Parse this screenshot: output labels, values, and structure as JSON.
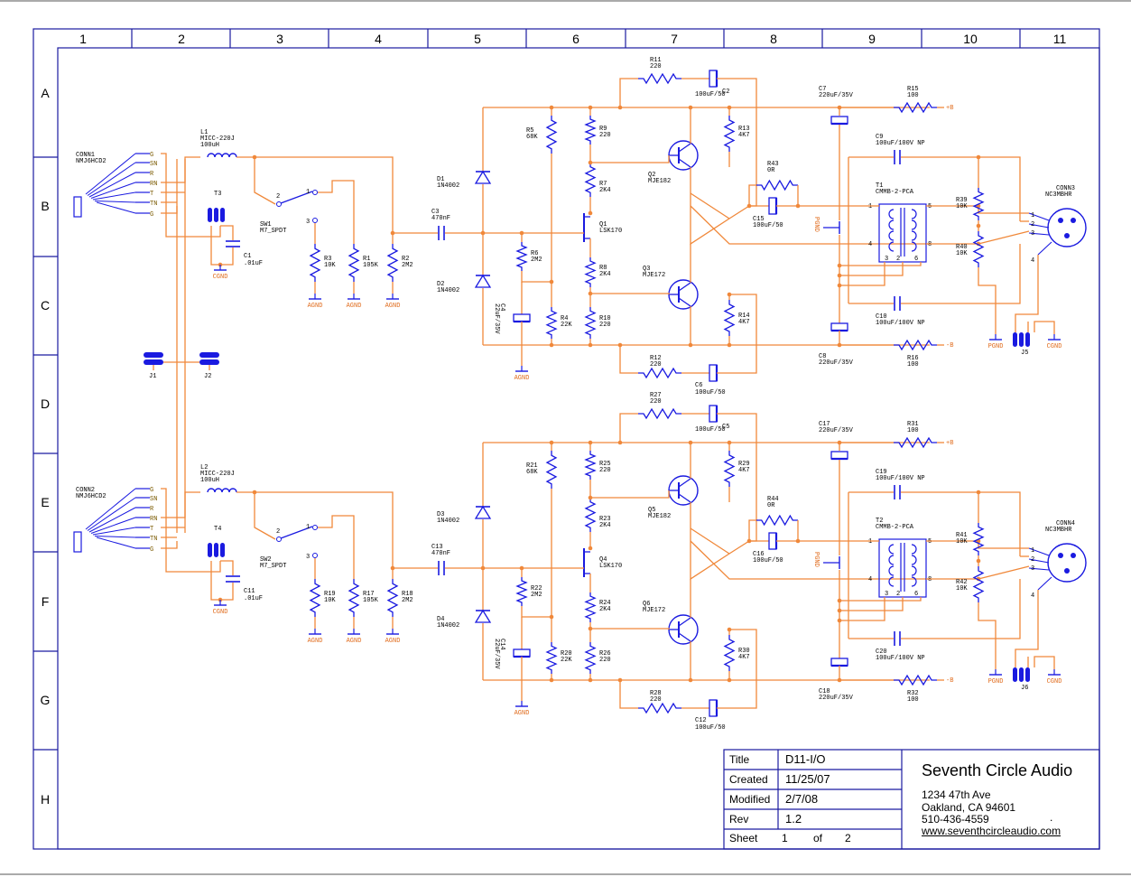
{
  "columns": [
    "1",
    "2",
    "3",
    "4",
    "5",
    "6",
    "7",
    "8",
    "9",
    "10",
    "11"
  ],
  "rows": [
    "A",
    "B",
    "C",
    "D",
    "E",
    "F",
    "G",
    "H"
  ],
  "channel1": {
    "conn_in": {
      "ref": "CONN1",
      "part": "NMJ6HCD2"
    },
    "pins": [
      "G",
      "SN",
      "R",
      "RN",
      "T",
      "TN",
      "G"
    ],
    "L": {
      "ref": "L1",
      "part": "MICC-220J",
      "value": "100uH"
    },
    "T_jumper": "T3",
    "C_in": {
      "ref": "C1",
      "value": ".01uF"
    },
    "sw": {
      "ref": "SW1",
      "part": "M7_SPDT",
      "pins": [
        "2",
        "1",
        "3"
      ]
    },
    "R_a": {
      "ref": "R3",
      "value": "10K"
    },
    "R_b": {
      "ref": "R1",
      "value": "105K"
    },
    "R_c": {
      "ref": "R2",
      "value": "2M2"
    },
    "C_cpl": {
      "ref": "C3",
      "value": "470nF"
    },
    "D_a": {
      "ref": "D1",
      "value": "1N4002"
    },
    "D_b": {
      "ref": "D2",
      "value": "1N4002"
    },
    "R_bias": {
      "ref": "R6",
      "value": "2M2"
    },
    "C_bias": {
      "ref": "C4",
      "value": "22uF/35V"
    },
    "R_top": {
      "ref": "R5",
      "value": "68K"
    },
    "R_bot": {
      "ref": "R4",
      "value": "22K"
    },
    "R_d1": {
      "ref": "R9",
      "value": "220"
    },
    "R_d2": {
      "ref": "R7",
      "value": "2K4"
    },
    "R_d3": {
      "ref": "R8",
      "value": "2K4"
    },
    "R_d4": {
      "ref": "R10",
      "value": "220"
    },
    "Q_fet": {
      "ref": "Q1",
      "part": "LSK170"
    },
    "Q_top": {
      "ref": "Q2",
      "part": "MJE182"
    },
    "Q_bot": {
      "ref": "Q3",
      "part": "MJE172"
    },
    "R_fb_top": {
      "ref": "R11",
      "value": "220"
    },
    "C_fb_top": {
      "ref": "C2",
      "value": "100uF/50"
    },
    "R_fb_bot": {
      "ref": "R12",
      "value": "220"
    },
    "C_fb_bot": {
      "ref": "C6",
      "value": "100uF/50"
    },
    "R_col_top": {
      "ref": "R13",
      "value": "4K7"
    },
    "R_col_bot": {
      "ref": "R14",
      "value": "4K7"
    },
    "R_zero": {
      "ref": "R43",
      "value": "0R"
    },
    "C_out": {
      "ref": "C15",
      "value": "100uF/50"
    },
    "C_rail_top": {
      "ref": "C7",
      "value": "220uF/35V"
    },
    "C_rail_bot": {
      "ref": "C8",
      "value": "220uF/35V"
    },
    "R_rail_top": {
      "ref": "R15",
      "value": "100"
    },
    "R_rail_bot": {
      "ref": "R16",
      "value": "100"
    },
    "C_np_top": {
      "ref": "C9",
      "value": "100uF/100V NP"
    },
    "C_np_bot": {
      "ref": "C10",
      "value": "100uF/100V NP"
    },
    "xfmr": {
      "ref": "T1",
      "part": "CMMB-2-PCA",
      "pins": [
        "1",
        "5",
        "4",
        "8",
        "3",
        "2",
        "6"
      ]
    },
    "R_out_a": {
      "ref": "R39",
      "value": "10K"
    },
    "R_out_b": {
      "ref": "R40",
      "value": "10K"
    },
    "conn_out": {
      "ref": "CONN3",
      "part": "NC3MBHR",
      "pins": [
        "1",
        "2",
        "3",
        "4"
      ]
    },
    "jumper_out": "J5",
    "ground_labels": {
      "agnd": "AGND",
      "pgnd": "PGND",
      "cgnd": "CGND"
    },
    "rail_labels": {
      "pos": "+B",
      "neg": "-B"
    }
  },
  "channel2": {
    "conn_in": {
      "ref": "CONN2",
      "part": "NMJ6HCD2"
    },
    "pins": [
      "G",
      "SN",
      "R",
      "RN",
      "T",
      "TN",
      "G"
    ],
    "L": {
      "ref": "L2",
      "part": "MICC-220J",
      "value": "100uH"
    },
    "T_jumper": "T4",
    "C_in": {
      "ref": "C11",
      "value": ".01uF"
    },
    "sw": {
      "ref": "SW2",
      "part": "M7_SPDT",
      "pins": [
        "2",
        "1",
        "3"
      ]
    },
    "R_a": {
      "ref": "R19",
      "value": "10K"
    },
    "R_b": {
      "ref": "R17",
      "value": "105K"
    },
    "R_c": {
      "ref": "R18",
      "value": "2M2"
    },
    "C_cpl": {
      "ref": "C13",
      "value": "470nF"
    },
    "D_a": {
      "ref": "D3",
      "value": "1N4002"
    },
    "D_b": {
      "ref": "D4",
      "value": "1N4002"
    },
    "R_bias": {
      "ref": "R22",
      "value": "2M2"
    },
    "C_bias": {
      "ref": "C14",
      "value": "22uF/35V"
    },
    "R_top": {
      "ref": "R21",
      "value": "68K"
    },
    "R_bot": {
      "ref": "R20",
      "value": "22K"
    },
    "R_d1": {
      "ref": "R25",
      "value": "220"
    },
    "R_d2": {
      "ref": "R23",
      "value": "2K4"
    },
    "R_d3": {
      "ref": "R24",
      "value": "2K4"
    },
    "R_d4": {
      "ref": "R26",
      "value": "220"
    },
    "Q_fet": {
      "ref": "Q4",
      "part": "LSK170"
    },
    "Q_top": {
      "ref": "Q5",
      "part": "MJE182"
    },
    "Q_bot": {
      "ref": "Q6",
      "part": "MJE172"
    },
    "R_fb_top": {
      "ref": "R27",
      "value": "220"
    },
    "C_fb_top": {
      "ref": "C5",
      "value": "100uF/50"
    },
    "R_fb_bot": {
      "ref": "R28",
      "value": "220"
    },
    "C_fb_bot": {
      "ref": "C12",
      "value": "100uF/50"
    },
    "R_col_top": {
      "ref": "R29",
      "value": "4K7"
    },
    "R_col_bot": {
      "ref": "R30",
      "value": "4K7"
    },
    "R_zero": {
      "ref": "R44",
      "value": "0R"
    },
    "C_out": {
      "ref": "C16",
      "value": "100uF/50"
    },
    "C_rail_top": {
      "ref": "C17",
      "value": "220uF/35V"
    },
    "C_rail_bot": {
      "ref": "C18",
      "value": "220uF/35V"
    },
    "R_rail_top": {
      "ref": "R31",
      "value": "100"
    },
    "R_rail_bot": {
      "ref": "R32",
      "value": "100"
    },
    "C_np_top": {
      "ref": "C19",
      "value": "100uF/100V NP"
    },
    "C_np_bot": {
      "ref": "C20",
      "value": "100uF/100V NP"
    },
    "xfmr": {
      "ref": "T2",
      "part": "CMMB-2-PCA",
      "pins": [
        "1",
        "5",
        "4",
        "8",
        "3",
        "2",
        "6"
      ]
    },
    "R_out_a": {
      "ref": "R41",
      "value": "10K"
    },
    "R_out_b": {
      "ref": "R42",
      "value": "10K"
    },
    "conn_out": {
      "ref": "CONN4",
      "part": "NC3MBHR",
      "pins": [
        "1",
        "2",
        "3",
        "4"
      ]
    },
    "jumper_out": "J6",
    "ground_labels": {
      "agnd": "AGND",
      "pgnd": "PGND",
      "cgnd": "CGND"
    },
    "rail_labels": {
      "pos": "+B",
      "neg": "-B"
    }
  },
  "jumpers": {
    "j1": "J1",
    "j2": "J2"
  },
  "title_block": {
    "title_label": "Title",
    "title": "D11-I/O",
    "created_label": "Created",
    "created": "11/25/07",
    "modified_label": "Modified",
    "modified": "2/7/08",
    "rev_label": "Rev",
    "rev": "1.2",
    "sheet_label": "Sheet",
    "sheet": "1",
    "of_label": "of",
    "sheet_total": "2",
    "company": "Seventh Circle Audio",
    "address1": "1234 47th Ave",
    "address2": "Oakland, CA  94601",
    "phone": "510-436-4559",
    "dot": ".",
    "url": "www.seventhcircleaudio.com"
  },
  "colors": {
    "wire": "#f0883a",
    "part": "#1a1ae0",
    "ref": "#000000",
    "ground_label": "#e06a1a",
    "frame": "#1a1aa0"
  }
}
